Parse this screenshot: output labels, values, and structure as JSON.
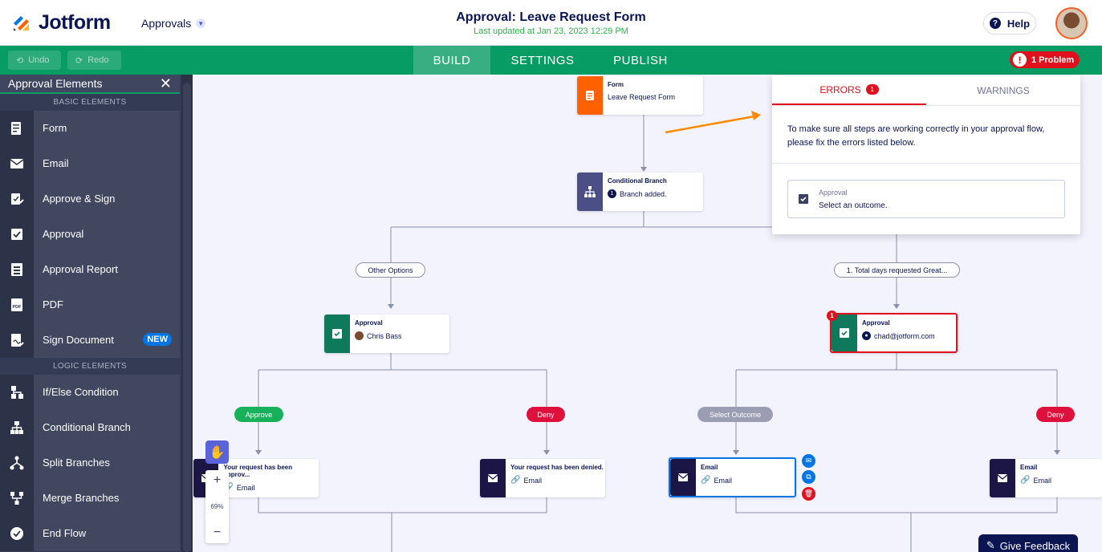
{
  "header": {
    "logo_text": "Jotform",
    "app_menu": "Approvals",
    "title": "Approval: Leave Request Form",
    "subtitle": "Last updated at Jan 23, 2023 12:29 PM",
    "help_label": "Help"
  },
  "nav": {
    "undo": "Undo",
    "redo": "Redo",
    "tabs": [
      "BUILD",
      "SETTINGS",
      "PUBLISH"
    ],
    "active_tab": "BUILD",
    "problem_label": "1 Problem"
  },
  "sidebar": {
    "title": "Approval Elements",
    "basic_label": "BASIC ELEMENTS",
    "basic_items": [
      {
        "label": "Form",
        "icon": "form-icon"
      },
      {
        "label": "Email",
        "icon": "email-icon"
      },
      {
        "label": "Approve & Sign",
        "icon": "approve-sign-icon"
      },
      {
        "label": "Approval",
        "icon": "approval-icon"
      },
      {
        "label": "Approval Report",
        "icon": "approval-report-icon"
      },
      {
        "label": "PDF",
        "icon": "pdf-icon"
      },
      {
        "label": "Sign Document",
        "icon": "sign-document-icon",
        "badge": "NEW"
      }
    ],
    "logic_label": "LOGIC ELEMENTS",
    "logic_items": [
      {
        "label": "If/Else Condition",
        "icon": "if-else-icon"
      },
      {
        "label": "Conditional Branch",
        "icon": "conditional-branch-icon"
      },
      {
        "label": "Split Branches",
        "icon": "split-branches-icon"
      },
      {
        "label": "Merge Branches",
        "icon": "merge-branches-icon"
      },
      {
        "label": "End Flow",
        "icon": "end-flow-icon"
      }
    ]
  },
  "flow": {
    "form_node": {
      "title": "Form",
      "sub": "Leave Request Form"
    },
    "branch_node": {
      "title": "Conditional Branch",
      "count": "1",
      "sub": "Branch added."
    },
    "left_pill": "Other Options",
    "right_pill": "1. Total days requested Great...",
    "left_approval": {
      "title": "Approval",
      "sub": "Chris Bass"
    },
    "right_approval": {
      "title": "Approval",
      "sub": "chad@jotform.com",
      "error": "1"
    },
    "approve_pill": "Approve",
    "deny_pill_left": "Deny",
    "select_outcome_pill": "Select Outcome",
    "deny_pill_right": "Deny",
    "email_approved": {
      "title": "Your request has been approv...",
      "sub": "Email"
    },
    "email_denied": {
      "title": "Your request has been denied.",
      "sub": "Email"
    },
    "email_selected": {
      "title": "Email",
      "sub": "Email"
    },
    "email_right": {
      "title": "Email",
      "sub": "Email"
    }
  },
  "errors_panel": {
    "tab_errors": "ERRORS",
    "errors_count": "1",
    "tab_warnings": "WARNINGS",
    "message": "To make sure all steps are working correctly in your approval flow, please fix the errors listed below.",
    "item_kind": "Approval",
    "item_message": "Select an outcome."
  },
  "zoom": {
    "level": "69%"
  },
  "feedback": "Give Feedback",
  "colors": {
    "accent": "#079c63",
    "error": "#e0101d",
    "navy": "#0a1551"
  }
}
